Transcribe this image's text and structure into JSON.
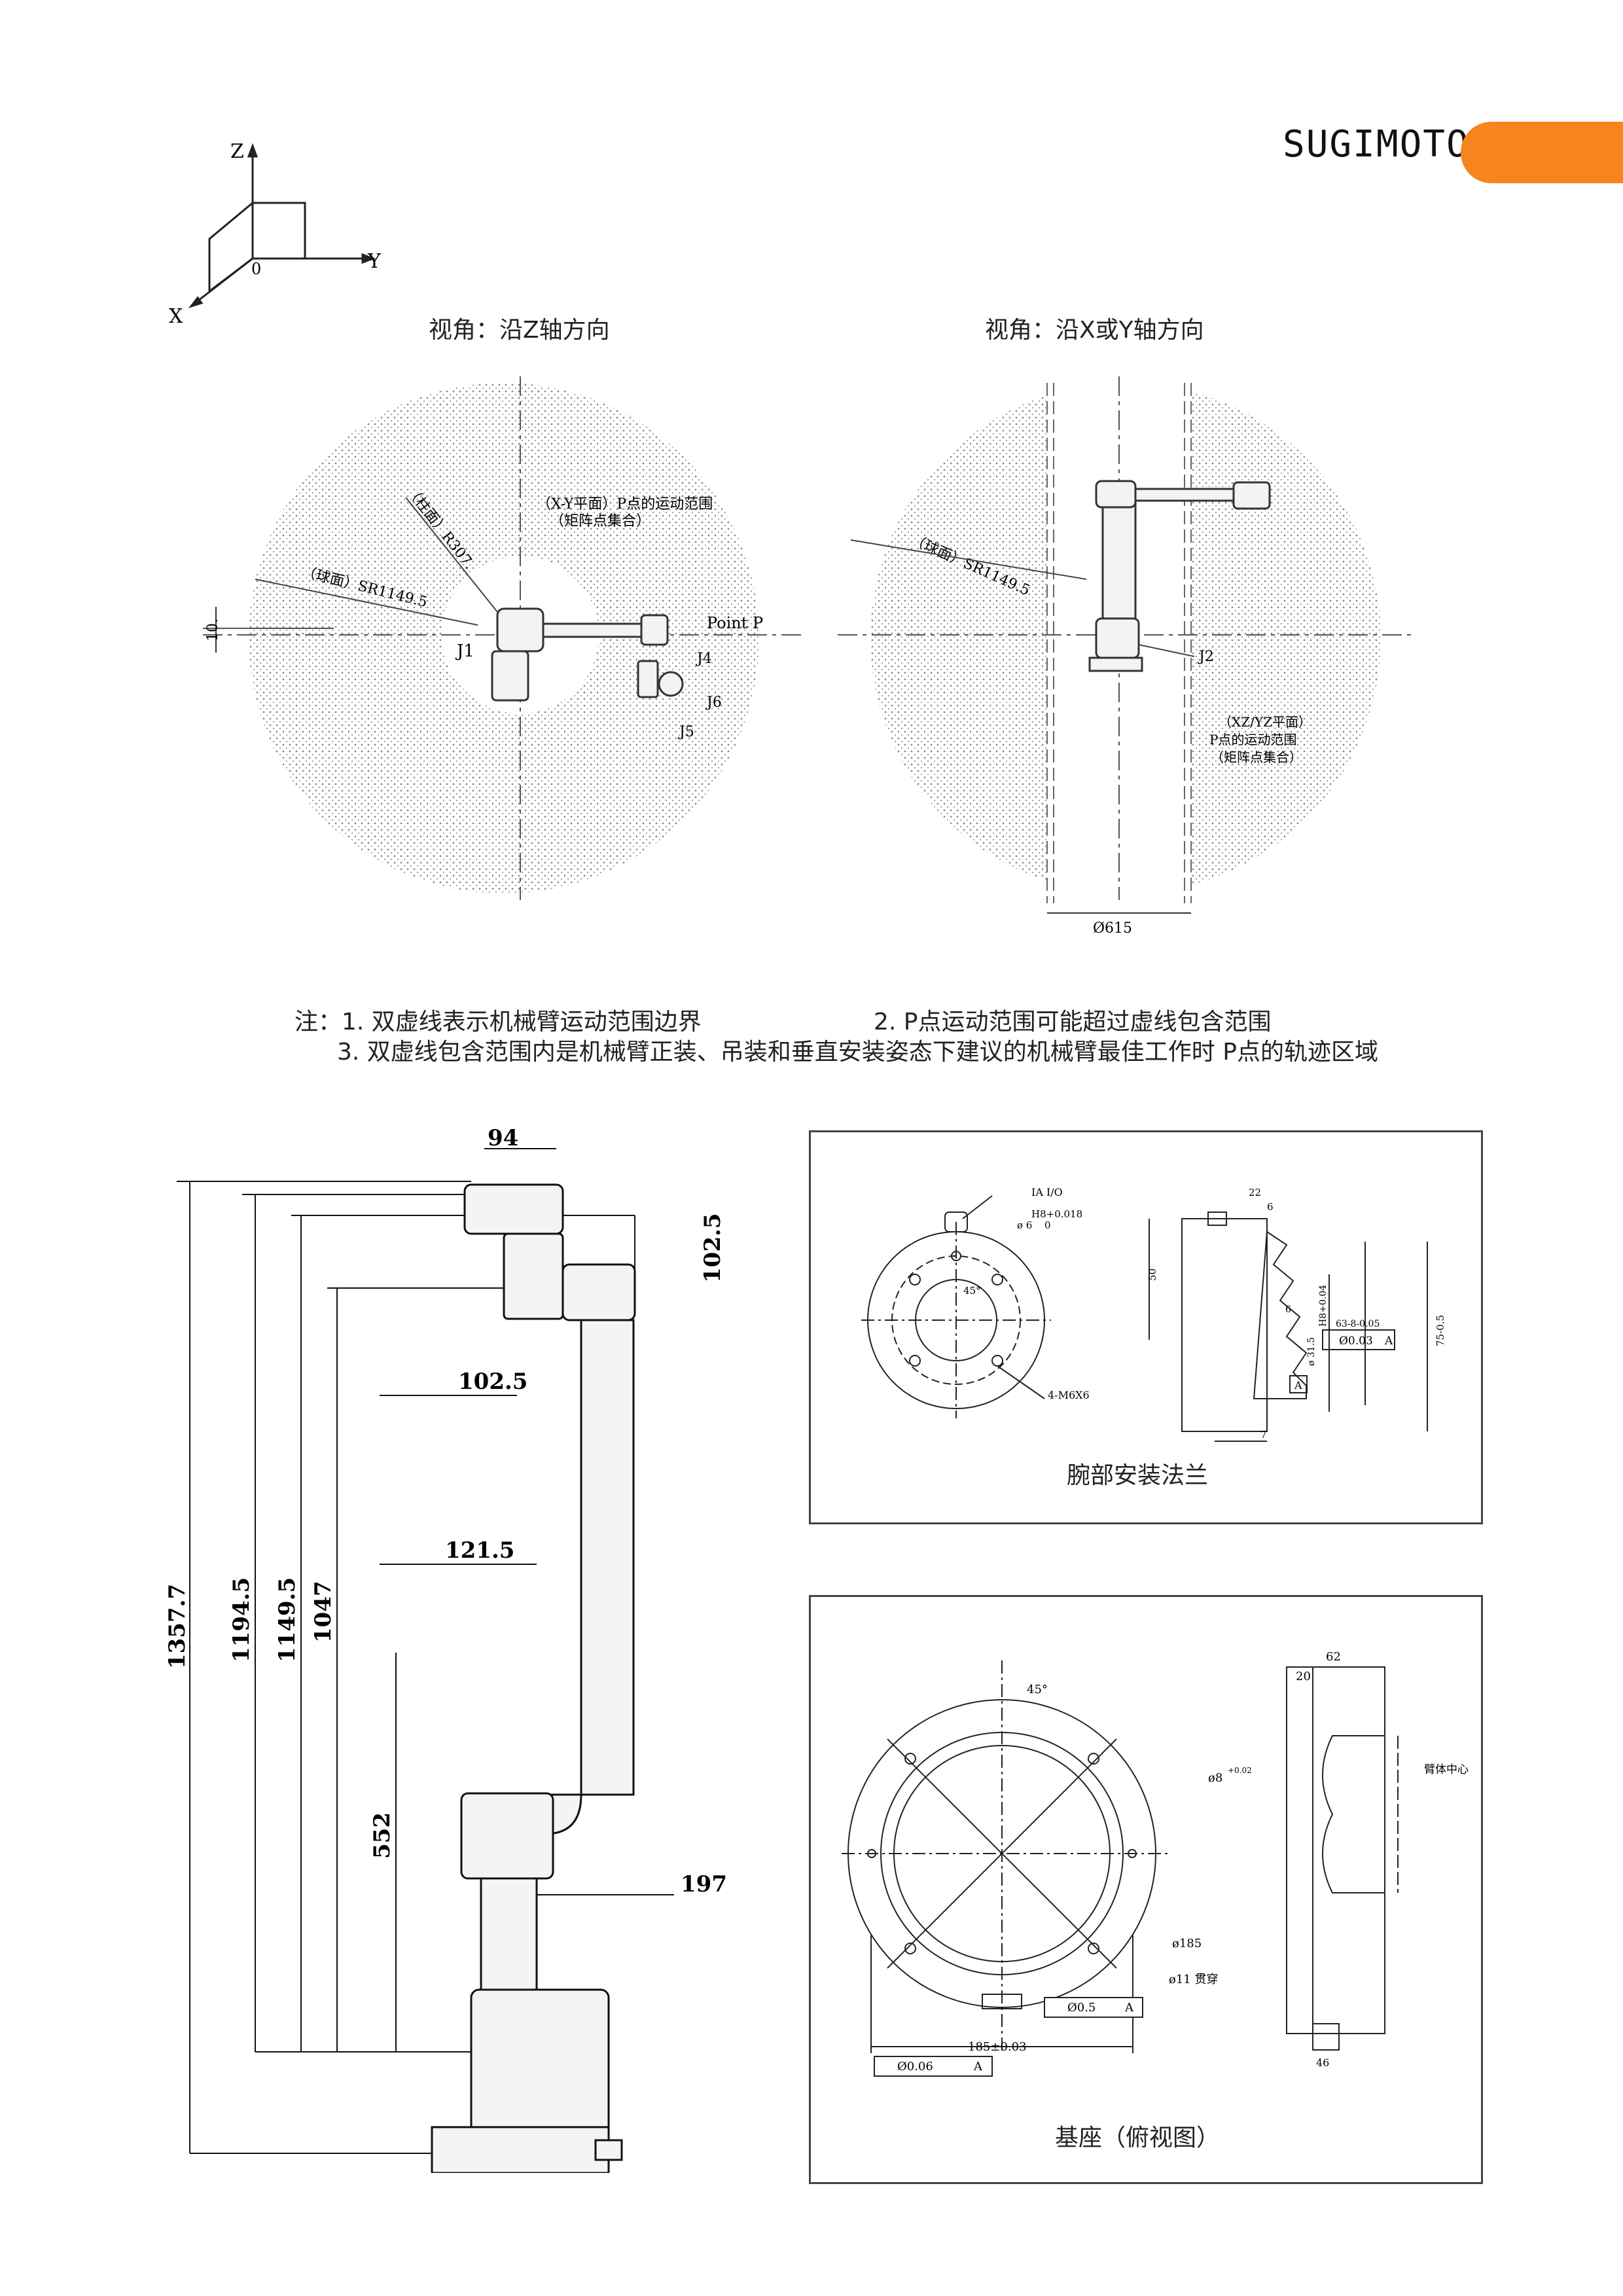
{
  "brand": {
    "name": "SUGIMOTO",
    "accent": "#f7851f"
  },
  "axes_icon": {
    "z": "Z",
    "y": "Y",
    "x": "X",
    "origin": "0"
  },
  "views": {
    "left_title": "视角：沿Z轴方向",
    "right_title": "视角：沿X或Y轴方向",
    "left": {
      "range_label_1": "（X-Y平面）P点的运动范围",
      "range_label_2": "（矩阵点集合）",
      "r307": "（柱面）R307.",
      "sr1149": "（球面）SR1149.5",
      "offset": "10.",
      "j1": "J1",
      "point_p": "Point P",
      "j4": "J4",
      "j6": "J6",
      "j5": "J5"
    },
    "right": {
      "sr1149": "（球面）SR1149.5",
      "j2": "J2",
      "range_label_1": "（XZ/YZ平面）",
      "range_label_2": "P点的运动范围",
      "range_label_3": "（矩阵点集合）",
      "diameter": "Ø615"
    }
  },
  "notes": {
    "n1": "注：1. 双虚线表示机械臂运动范围边界",
    "n2": "2. P点运动范围可能超过虚线包含范围",
    "n3": "3. 双虚线包含范围内是机械臂正装、吊装和垂直安装姿态下建议的机械臂最佳工作时 P点的轨迹区域"
  },
  "side_view": {
    "d94": "94",
    "d102_5_top": "102.5",
    "d102_5_left": "102.5",
    "d121_5": "121.5",
    "d197": "197",
    "d1357_7": "1357.7",
    "d1194_5": "1194.5",
    "d1149_5": "1149.5",
    "d1047": "1047",
    "d552": "552"
  },
  "wrist_flange": {
    "caption": "腕部安装法兰",
    "io": "IA I/O",
    "h8": "H8+0.018",
    "h8b": "0",
    "phi6": "ø 6",
    "deg45": "45°",
    "m6": "4-M6X6",
    "d22": "22",
    "d6": "6",
    "d50": "50",
    "d6b": "6",
    "phi315": "ø 31.5",
    "h8c": "H8+0.04",
    "d63": "63-8-0.05",
    "tol": "Ø0.03",
    "datum": "A",
    "d75": "75-0.5",
    "d7": "7"
  },
  "base": {
    "caption": "基座（俯视图）",
    "deg45": "45°",
    "phi8": "ø8",
    "phi8_tol": "+0.02",
    "phi185": "ø185",
    "phi11": "ø11 贯穿",
    "tol05": "Ø0.5",
    "datum": "A",
    "d185": "185±0.03",
    "tol006": "Ø0.06",
    "d20": "20",
    "d62": "62",
    "center": "臂体中心",
    "d46": "46"
  }
}
